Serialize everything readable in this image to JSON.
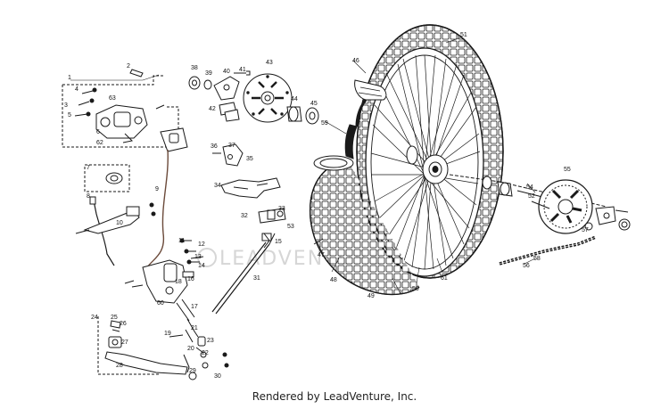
{
  "footer": {
    "credit": "Rendered by LeadVenture, Inc."
  },
  "watermark": {
    "text": "LEADVENTURE"
  },
  "callouts": [
    "1",
    "2",
    "3",
    "4",
    "5",
    "6",
    "7",
    "8",
    "9",
    "10",
    "11",
    "12",
    "13",
    "14",
    "15",
    "16",
    "17",
    "18",
    "19",
    "20",
    "21",
    "22",
    "23",
    "24",
    "25",
    "26",
    "27",
    "28",
    "29",
    "30",
    "31",
    "32",
    "33",
    "34",
    "35",
    "36",
    "37",
    "38",
    "39",
    "40",
    "41",
    "42",
    "43",
    "44",
    "45",
    "46",
    "47",
    "48",
    "49",
    "50",
    "51",
    "52",
    "53",
    "54",
    "55",
    "56",
    "57",
    "58",
    "59",
    "60",
    "61",
    "62",
    "63"
  ],
  "colors": {
    "line": "#1a1a1a",
    "background": "#ffffff",
    "watermark": "#d6d6d6",
    "hose_accent": "#6b4a3a"
  }
}
